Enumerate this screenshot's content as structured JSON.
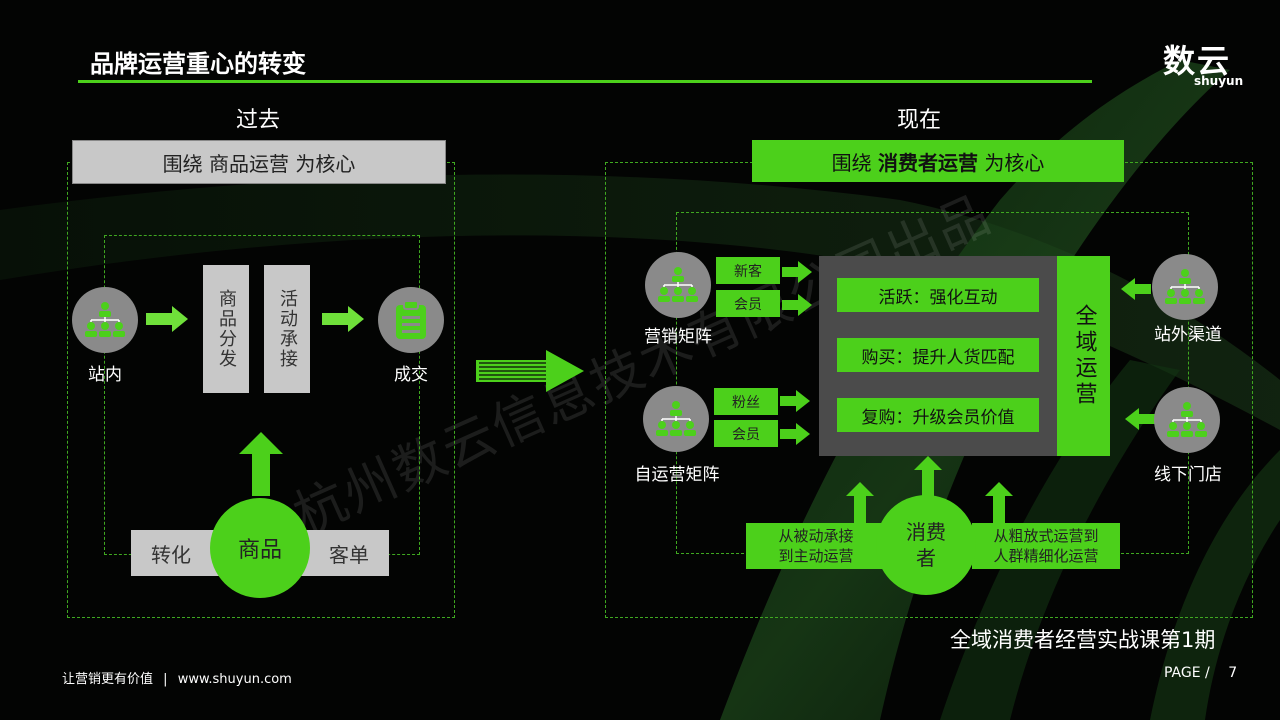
{
  "header": {
    "title": "品牌运营重心的转变"
  },
  "logo": {
    "cn": "数云",
    "en": "shuyun"
  },
  "past": {
    "heading": "过去",
    "banner_pre": "围绕",
    "banner_bold": "商品运营",
    "banner_post": "为核心",
    "left_icon_label": "站内",
    "box1": "商品分发",
    "box2": "活动承接",
    "right_icon_label": "成交",
    "bar_left": "转化",
    "bar_center": "商品",
    "bar_right": "客单"
  },
  "now": {
    "heading": "现在",
    "banner_pre": "围绕",
    "banner_bold": "消费者运营",
    "banner_post": "为核心",
    "marketing_matrix": "营销矩阵",
    "self_matrix": "自运营矩阵",
    "tag_new": "新客",
    "tag_member1": "会员",
    "tag_fans": "粉丝",
    "tag_member2": "会员",
    "core_items": [
      "活跃：强化互动",
      "购买：提升人货匹配",
      "复购：升级会员价值"
    ],
    "quanyu": "全域运营",
    "offsite": "站外渠道",
    "offline": "线下门店",
    "consumer": "消费者",
    "note_left_1": "从被动承接",
    "note_left_2": "到主动运营",
    "note_right_1": "从粗放式运营到",
    "note_right_2": "人群精细化运营"
  },
  "course": "全域消费者经营实战课第1期",
  "footer": {
    "slogan": "让营销更有价值",
    "sep": "|",
    "url": "www.shuyun.com",
    "page_label": "PAGE /",
    "page_num": "7"
  },
  "watermark": "杭州数云信息技术有限公司出品",
  "colors": {
    "accent": "#4cd01b",
    "gray_box": "#c8c8c8",
    "icon_gray": "#8a8a8a",
    "core_bg": "#4b4b4b"
  },
  "icons": {
    "org": "org-chart-icon",
    "clipboard": "clipboard-icon",
    "arrow": "arrow-right-icon"
  }
}
